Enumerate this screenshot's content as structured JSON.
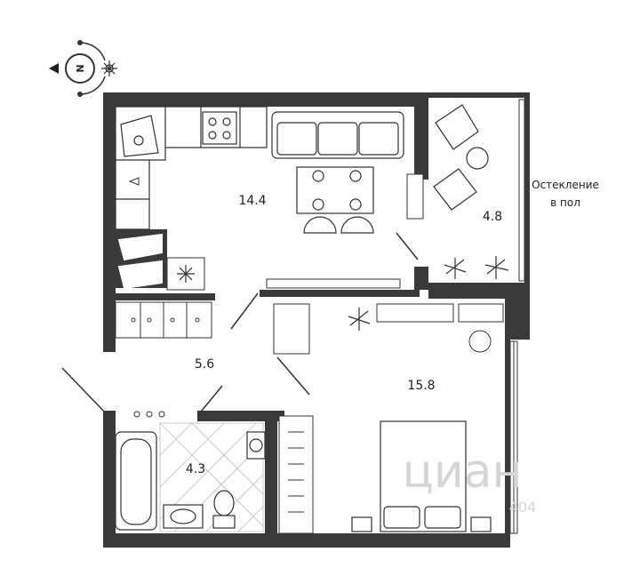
{
  "colors": {
    "wall": "#3a3a3a",
    "line": "#333333",
    "floor_bg": "#ffffff",
    "tile_line": "#bbbbbb",
    "watermark": "#d6d6d6"
  },
  "compass": {
    "label": "N",
    "icon": "compass-icon",
    "sun_icon": "sun-icon"
  },
  "rooms": {
    "kitchen": {
      "area": "14.4"
    },
    "balcony": {
      "area": "4.8",
      "note_line1": "Остекление",
      "note_line2": "в пол"
    },
    "hall": {
      "area": "5.6"
    },
    "bedroom": {
      "area": "15.8"
    },
    "bathroom": {
      "area": "4.3"
    }
  },
  "watermark": {
    "brand": "циан",
    "code": "404"
  }
}
